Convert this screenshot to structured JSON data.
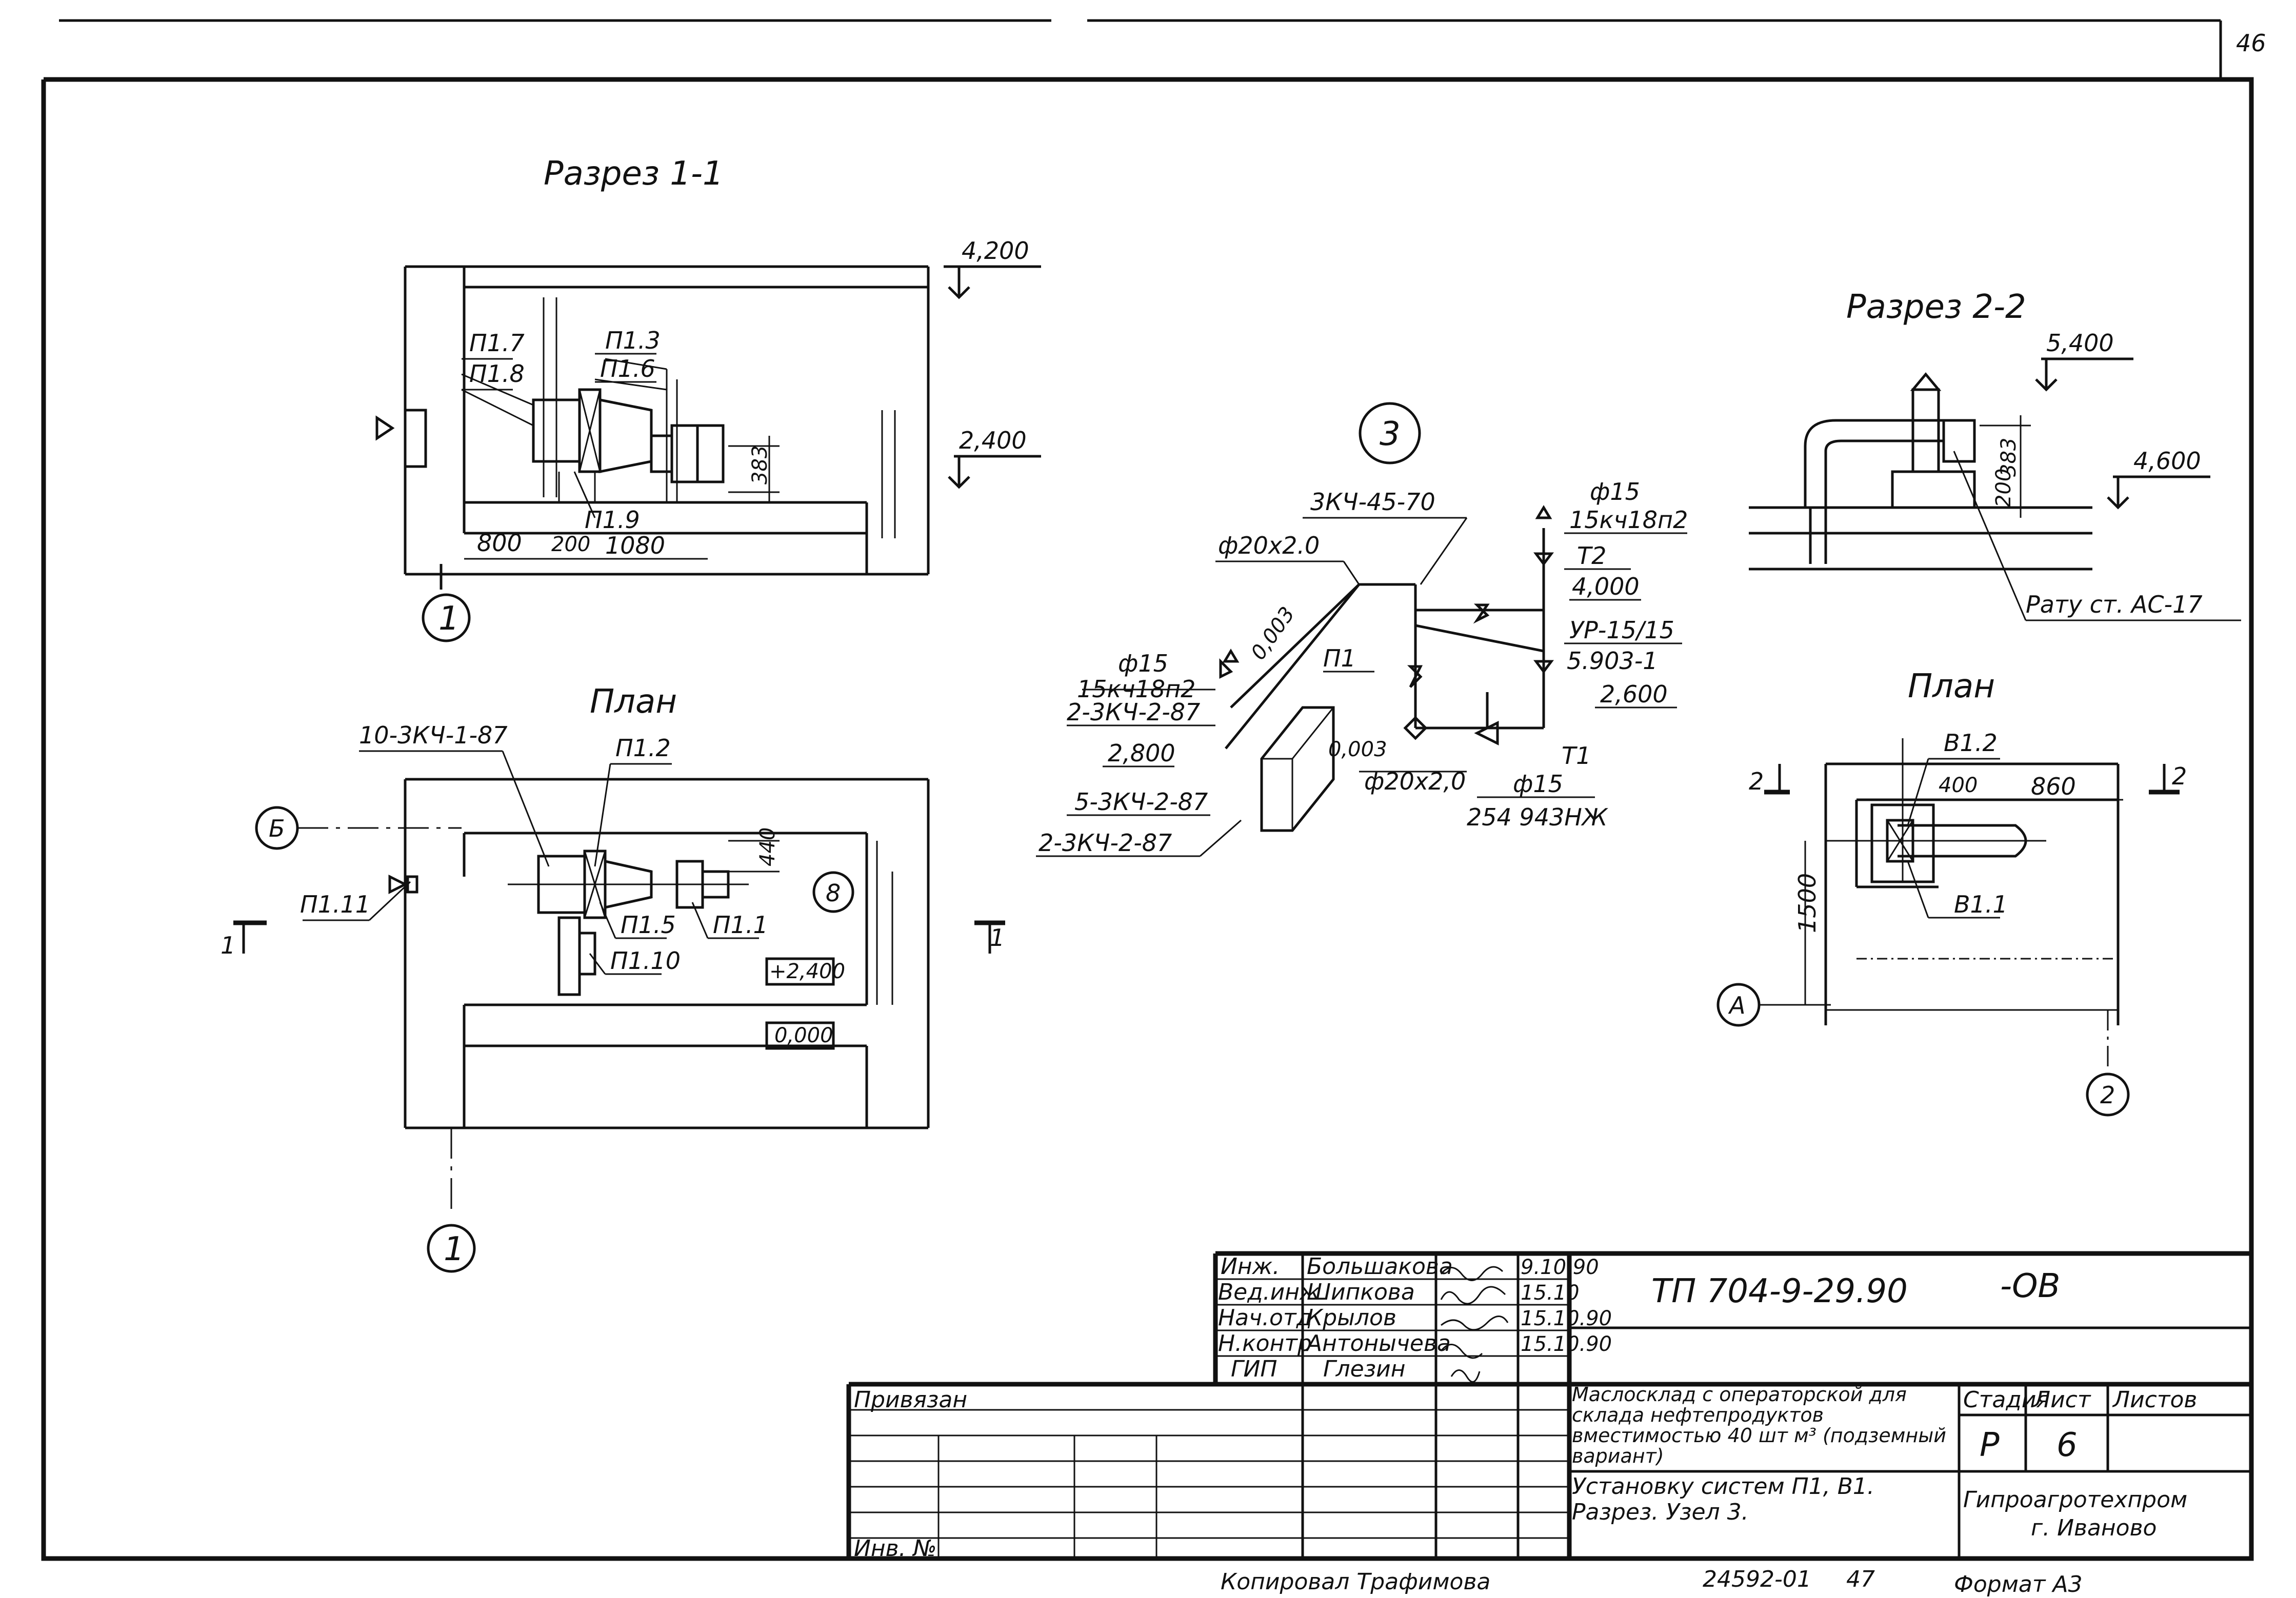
{
  "sheet": {
    "page_no": "46",
    "copier": "Копировал Трафимова",
    "inventory_no": "24592-01",
    "inventory_page": "47",
    "format": "Формат А3"
  },
  "view_section_1": {
    "title": "Разрез 1-1",
    "elevation_top": "4,200",
    "elevation_mid": "2,400",
    "labels": [
      "П1.7",
      "П1.8",
      "П1.3",
      "П1.6",
      "П1.9"
    ],
    "dim_383": "383",
    "dim_800": "800",
    "dim_200": "200",
    "dim_1080": "1080",
    "axis": "1"
  },
  "view_plan_1": {
    "title": "План",
    "labels": [
      "10-3КЧ-1-87",
      "П1.2",
      "П1.11",
      "П1.5",
      "П1.1",
      "П1.10"
    ],
    "dim_440": "440",
    "room_no": "8",
    "level_1": "+2,400",
    "level_2": "0,000",
    "axis_b": "Б",
    "axis_1": "1",
    "cut_left": "1",
    "cut_right": "1"
  },
  "view_node_3": {
    "title": "3",
    "labels": [
      "3КЧ-45-70",
      "ф20х2.0",
      "ф15",
      "15кч18п2",
      "Т2",
      "4,000",
      "УР-15/15",
      "5.903-1",
      "2,600",
      "ф15",
      "15кч18п2",
      "2-3КЧ-2-87",
      "0,003",
      "П1",
      "2,800",
      "5-3КЧ-2-87",
      "2-3КЧ-2-87",
      "0,003",
      "ф20х2,0",
      "Т1",
      "ф15",
      "254 943НЖ"
    ]
  },
  "view_section_2": {
    "title": "Разрез 2-2",
    "elevation_top": "5,400",
    "elevation_mid": "4,600",
    "dim_383": "383",
    "dim_200": "200",
    "callout": "Рату ст. АС-17"
  },
  "view_plan_2": {
    "title": "План",
    "labels": [
      "В1.2",
      "В1.1"
    ],
    "dim_860": "860",
    "dim_400": "400",
    "dim_1500": "1500",
    "cut": "2",
    "axis_a": "А",
    "axis_2": "2"
  },
  "title_block": {
    "roles": [
      {
        "role": "Инж.",
        "name": "Большакова",
        "date": "9.10.90"
      },
      {
        "role": "Вед.инж",
        "name": "Шипкова",
        "date": "15.10"
      },
      {
        "role": "Нач.отд",
        "name": "Крылов",
        "date": "15.10.90"
      },
      {
        "role": "Н.контр",
        "name": "Антонычева",
        "date": "15.10.90"
      },
      {
        "role": "ГИП",
        "name": "Глезин",
        "date": ""
      }
    ],
    "doc_code": "ТП 704-9-29.90",
    "doc_suffix": "-ОВ",
    "bound": "Привязан",
    "inv_label": "Инв. №",
    "project_name": "Маслосклад с операторской для склада нефтепродуктов вместимостью 40 шт м³ (подземный вариант)",
    "sheet_name": "Установку систем П1, В1. Разрез. Узел 3.",
    "stage_label": "Стадия",
    "sheet_label": "Лист",
    "sheets_label": "Листов",
    "stage": "Р",
    "sheet_number": "6",
    "org": "Гипроагротехпром",
    "city": "г. Иваново"
  }
}
